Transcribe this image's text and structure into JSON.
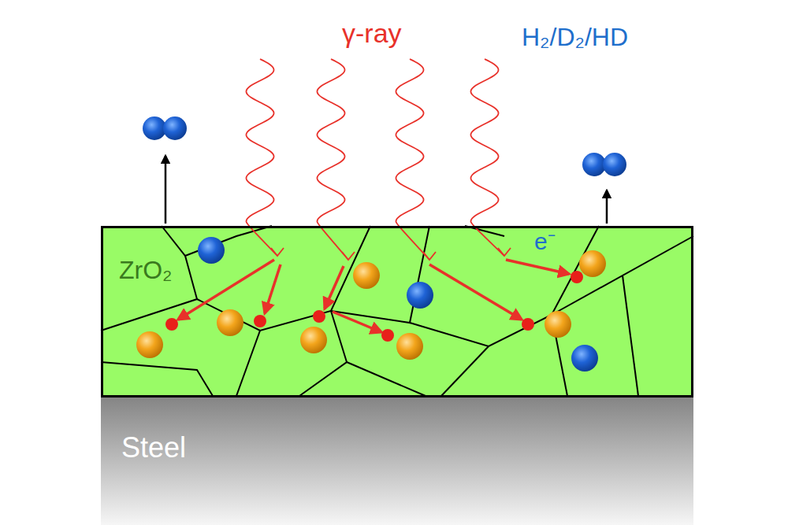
{
  "diagram": {
    "nodes": [
      {
        "text": [
          "ZrO₂"
        ]
      },
      {
        "text": [
          "Steel"
        ]
      }
    ],
    "labels": [
      "γ-ray",
      "H₂/D₂/HD",
      "e⁻"
    ]
  }
}
